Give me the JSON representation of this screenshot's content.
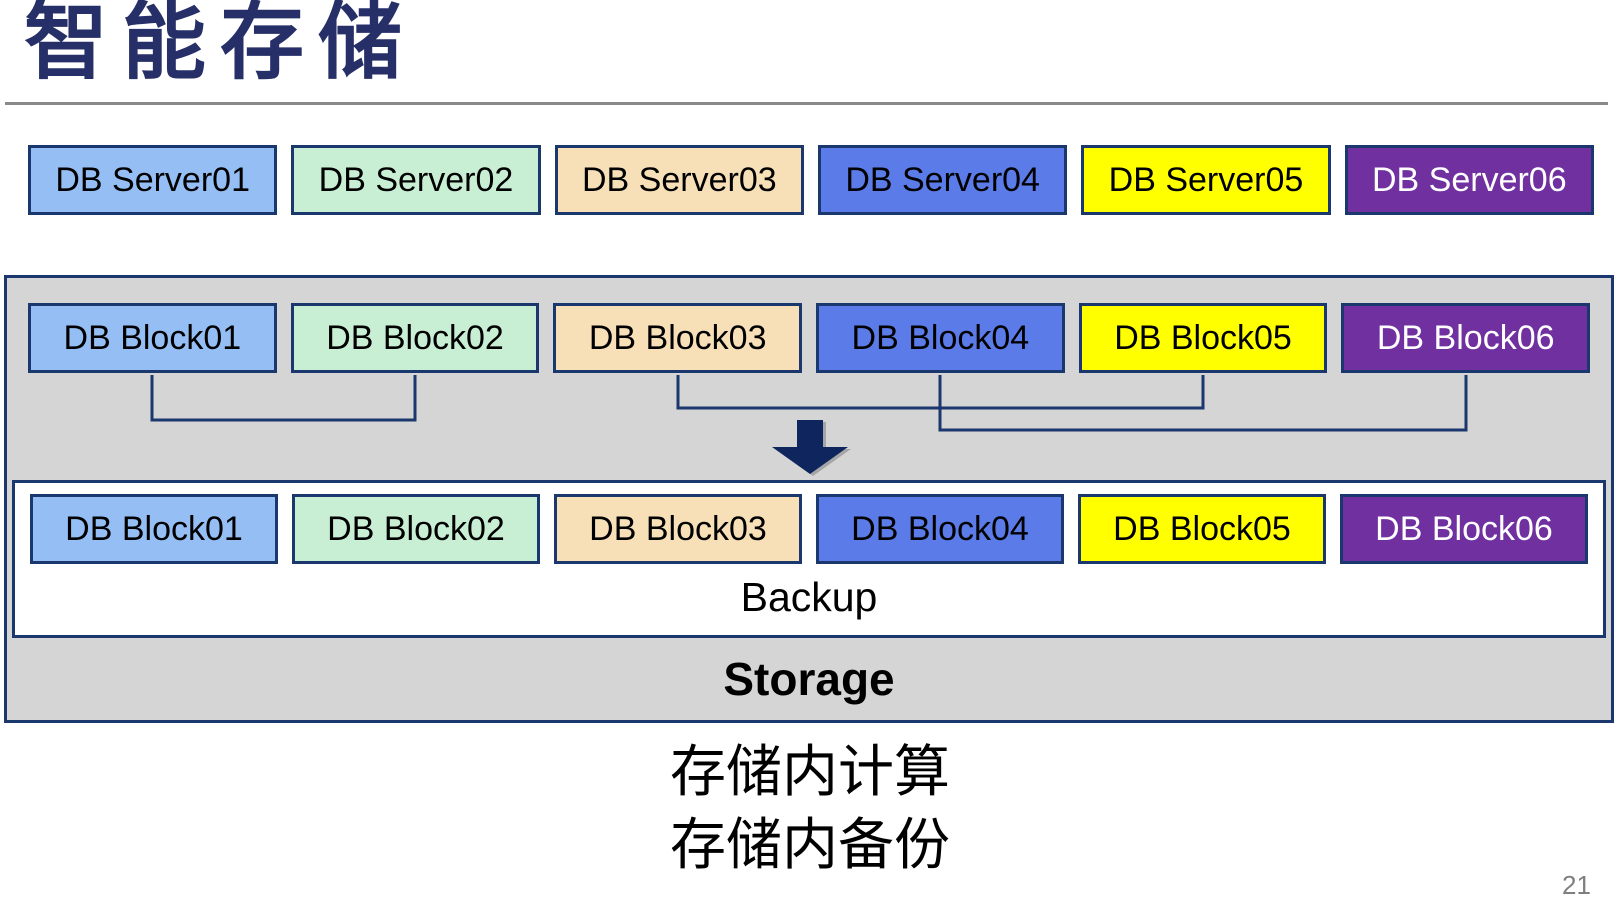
{
  "title": "智能存储",
  "page_number": "21",
  "server_row": [
    "DB Server01",
    "DB Server02",
    "DB Server03",
    "DB Server04",
    "DB Server05",
    "DB Server06"
  ],
  "block_row_source": [
    "DB Block01",
    "DB Block02",
    "DB Block03",
    "DB Block04",
    "DB Block05",
    "DB Block06"
  ],
  "block_row_backup": [
    "DB Block01",
    "DB Block02",
    "DB Block03",
    "DB Block04",
    "DB Block05",
    "DB Block06"
  ],
  "labels": {
    "backup": "Backup",
    "storage": "Storage"
  },
  "captions": {
    "line1": "存储内计算",
    "line2": "存储内备份"
  },
  "colors": {
    "box_fills": [
      "#95BEF5",
      "#C8EFD4",
      "#F7E0B8",
      "#5A7BE8",
      "#FFFF00",
      "#7030A0"
    ],
    "box_text_colors": [
      "#000000",
      "#000000",
      "#000000",
      "#000000",
      "#000000",
      "#FFFFFF"
    ],
    "theme": {
      "navy": "#1A376E",
      "title": "#272F68",
      "arrow": "#0F255E",
      "container_fill": "#D5D5D5",
      "divider": "#8A8A8A",
      "page_number": "#7F7F7F",
      "backup_fill": "#FFFFFF"
    }
  }
}
